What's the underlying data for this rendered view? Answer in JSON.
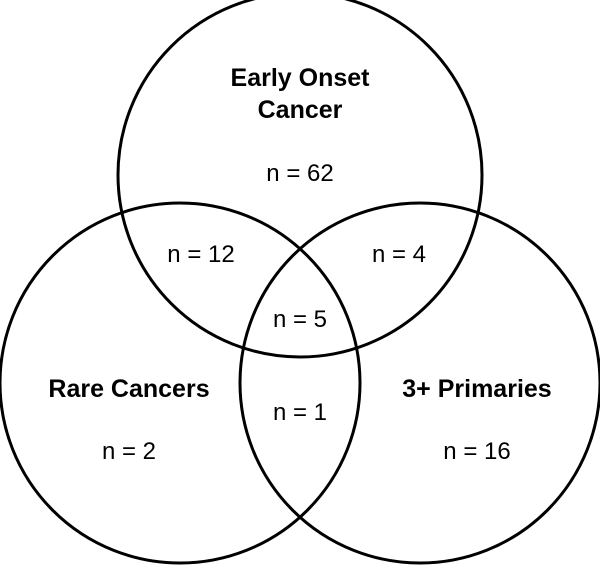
{
  "sets": [
    {
      "id": "early",
      "title_lines": [
        "Early Onset",
        "Cancer"
      ],
      "count_label": "n = 62"
    },
    {
      "id": "rare",
      "title_lines": [
        "Rare Cancers"
      ],
      "count_label": "n = 2"
    },
    {
      "id": "primaries",
      "title_lines": [
        "3+ Primaries"
      ],
      "count_label": "n = 16"
    }
  ],
  "intersections": {
    "early_rare": "n = 12",
    "early_primaries": "n = 4",
    "rare_primaries": "n = 1",
    "all_three": "n = 5"
  },
  "colors": {
    "stroke": "#000000",
    "background": "#ffffff",
    "text": "#000000"
  }
}
